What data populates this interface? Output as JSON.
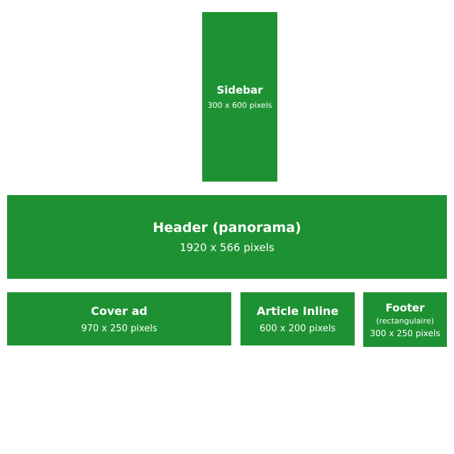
{
  "color": "#1e9233",
  "blocks": {
    "sidebar": {
      "title": "Sidebar",
      "size": "300 x 600 pixels"
    },
    "header": {
      "title": "Header (panorama)",
      "size": "1920 x 566 pixels"
    },
    "cover": {
      "title": "Cover ad",
      "size": "970 x 250 pixels"
    },
    "article": {
      "title": "Article Inline",
      "size": "600 x 200 pixels"
    },
    "footer": {
      "title": "Footer",
      "subtitle": "(rectangulaire)",
      "size": "300 x 250 pixels"
    }
  }
}
